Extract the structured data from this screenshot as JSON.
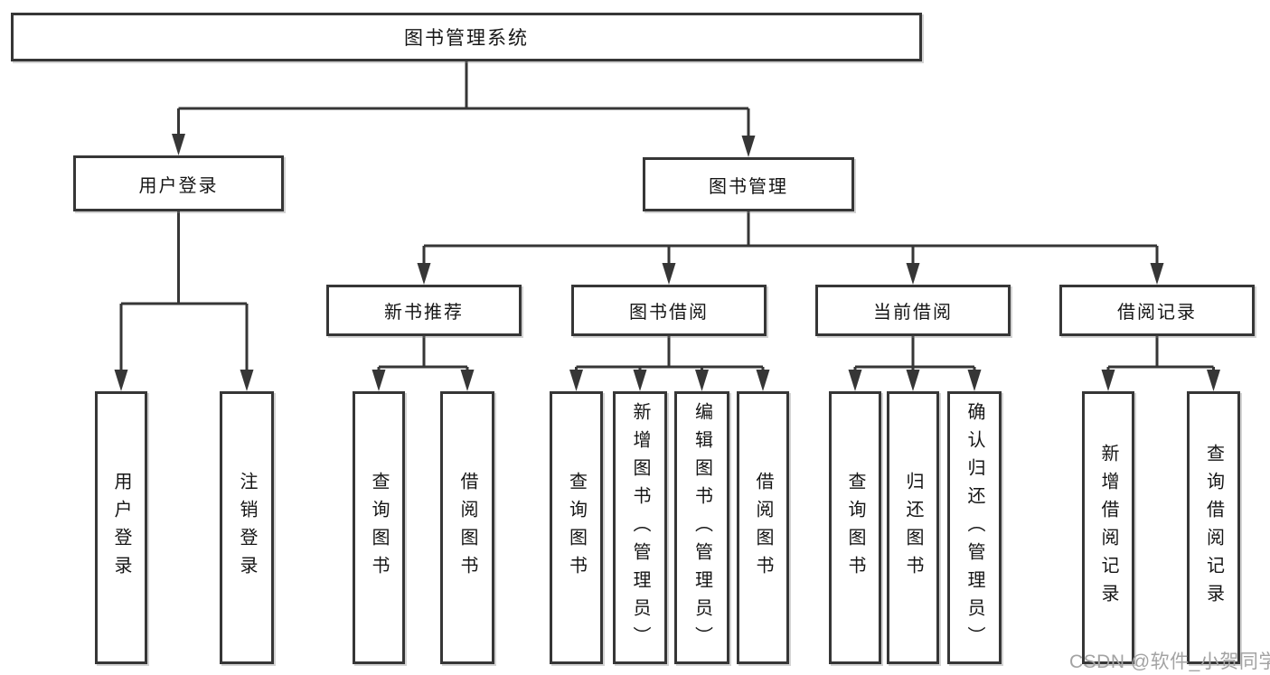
{
  "nodes": {
    "root": "图书管理系统",
    "user_login": "用户登录",
    "book_mgmt": "图书管理",
    "new_book": "新书推荐",
    "book_borrow": "图书借阅",
    "current_borrow": "当前借阅",
    "borrow_record": "借阅记录"
  },
  "leaves": {
    "login": [
      "用户登录",
      "注销登录"
    ],
    "new_book": [
      "查询图书",
      "借阅图书"
    ],
    "book_borrow": [
      "查询图书",
      "新增图书（管理员）",
      "编辑图书（管理员）",
      "借阅图书"
    ],
    "current_borrow": [
      "查询图书",
      "归还图书",
      "确认归还（管理员）"
    ],
    "borrow_record": [
      "新增借阅记录",
      "查询借阅记录"
    ]
  },
  "watermark": "CSDN @软件_小贺同学",
  "colors": {
    "line": "#363636",
    "border": "#363636",
    "text": "#151515",
    "watermark": "#a3a3a3"
  }
}
